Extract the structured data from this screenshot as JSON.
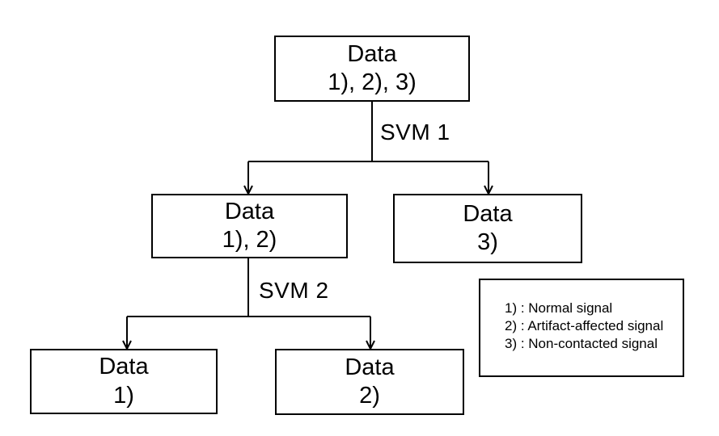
{
  "nodes": {
    "root": {
      "title": "Data",
      "subtitle": "1), 2), 3)"
    },
    "mid_left": {
      "title": "Data",
      "subtitle": "1), 2)"
    },
    "mid_right": {
      "title": "Data",
      "subtitle": "3)"
    },
    "leaf_left": {
      "title": "Data",
      "subtitle": "1)"
    },
    "leaf_right": {
      "title": "Data",
      "subtitle": "2)"
    }
  },
  "classifiers": {
    "svm1": "SVM 1",
    "svm2": "SVM 2"
  },
  "legend": {
    "items": [
      "1) : Normal signal",
      "2) : Artifact-affected signal",
      "3) : Non-contacted signal"
    ]
  }
}
